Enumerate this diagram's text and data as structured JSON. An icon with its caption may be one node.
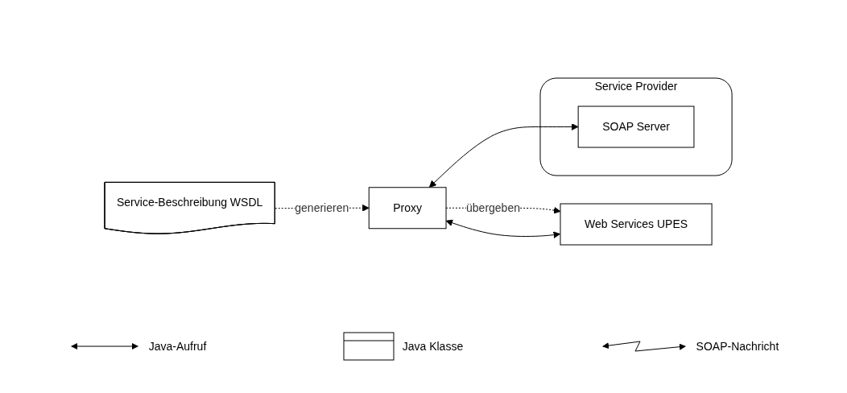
{
  "diagram": {
    "nodes": [
      {
        "text": [
          "Service-Beschreibung WSDL"
        ]
      },
      {
        "text": [
          "Web Services UPES"
        ]
      },
      {
        "text": [
          "Proxy"
        ]
      },
      {
        "text": [
          "Service Provider"
        ]
      },
      {
        "text": [
          "SOAP Server"
        ],
        "in": 3
      }
    ],
    "edges": [
      {
        "from": 0,
        "to": 2,
        "arrow": "to",
        "label": "generieren",
        "style": "dashed"
      },
      {
        "from": 2,
        "to": 1,
        "arrow": "to",
        "label": "übergeben",
        "style": "dashed"
      },
      {
        "from": 1,
        "to": 2,
        "arrow": "both"
      },
      {
        "from": 2,
        "to": 4,
        "arrow": "both"
      }
    ],
    "legend": [
      {
        "text": "Java-Aufruf"
      },
      {
        "text": "Java Klasse"
      },
      {
        "text": "SOAP-Nachricht"
      }
    ]
  }
}
